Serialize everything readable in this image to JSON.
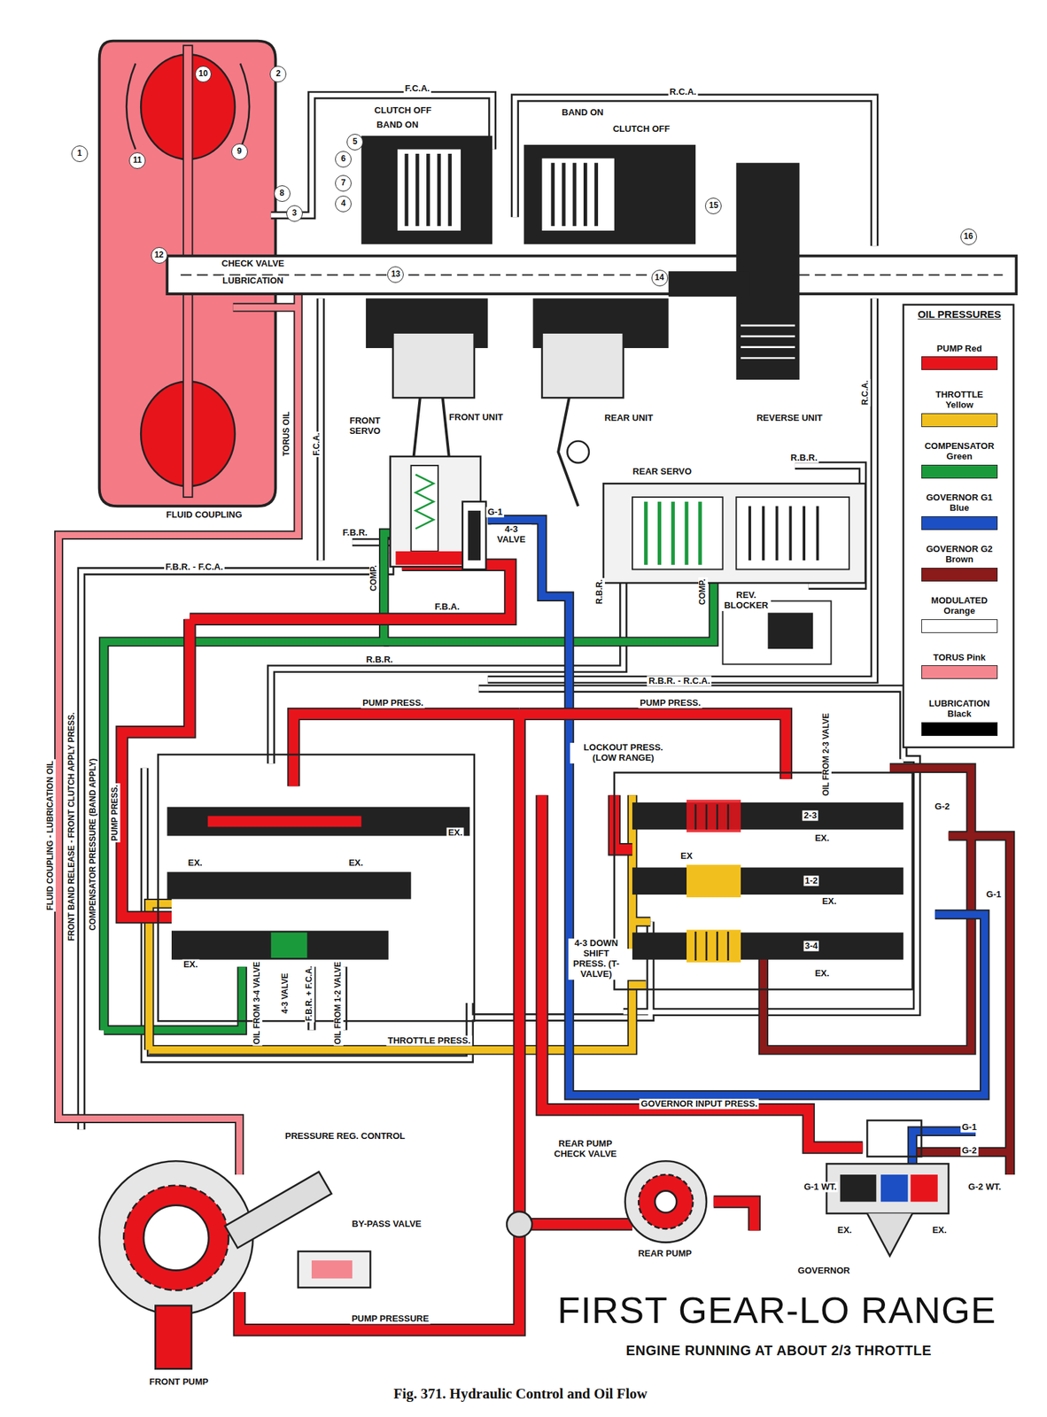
{
  "diagram": {
    "title": "FIRST GEAR-LO RANGE",
    "caption": "Fig. 371. Hydraulic Control and Oil Flow",
    "labels": [
      "1",
      "10",
      "2",
      "11",
      "9",
      "8",
      "3",
      "5",
      "6",
      "7",
      "4",
      "12",
      "13",
      "14",
      "15",
      "16",
      "F.C.A.",
      "R.C.A.",
      "CLUTCH OFF",
      "BAND ON",
      "BAND ON",
      "CLUTCH OFF",
      "CHECK VALVE",
      "LUBRICATION",
      "FRONT UNIT",
      "REAR UNIT",
      "REVERSE UNIT",
      "FLUID COUPLING",
      "TORUS OIL",
      "F.C.A.",
      "R.C.A.",
      "FRONT SERVO",
      "G-1",
      "4-3 VALVE",
      "REAR SERVO",
      "R.B.R.",
      "F.B.R.",
      "F.B.R. - F.C.A.",
      "COMP.",
      "F.B.A.",
      "R.B.R.",
      "COMP.",
      "REV. BLOCKER",
      "R.B.R.",
      "R.B.R. - R.C.A.",
      "PUMP PRESS.",
      "PUMP PRESS.",
      "LOCKOUT PRESS. (LOW RANGE)",
      "OIL FROM 2-3 VALVE",
      "PUMP PRESS.",
      "FLUID COUPLING - LUBRICATION OIL",
      "FRONT BAND RELEASE - FRONT CLUTCH APPLY PRESS.",
      "COMPENSATOR PRESSURE (BAND APPLY)",
      "EX.",
      "EX.",
      "EX.",
      "EX.",
      "EX",
      "EX.",
      "EX.",
      "EX.",
      "2-3",
      "1-2",
      "3-4",
      "G-2",
      "G-1",
      "4-3 DOWN SHIFT PRESS. (T-VALVE)",
      "4-3 VALVE",
      "OIL FROM 3-4 VALVE",
      "F.B.R. + F.C.A.",
      "OIL FROM 1-2 VALVE",
      "THROTTLE PRESS.",
      "GOVERNOR INPUT PRESS.",
      "G-1",
      "G-2",
      "G-1 WT.",
      "G-2 WT.",
      "EX.",
      "EX.",
      "GOVERNOR",
      "PRESSURE REG. CONTROL",
      "REAR PUMP CHECK VALVE",
      "BY-PASS VALVE",
      "PUMP PRESSURE",
      "REAR PUMP",
      "FRONT PUMP",
      "ENGINE RUNNING AT ABOUT 2/3 THROTTLE",
      "OIL PRESSURES"
    ],
    "legend": [
      {
        "text": "PUMP Red",
        "color": "#e8141c"
      },
      {
        "text": "THROTTLE Yellow",
        "color": "#f2c01e"
      },
      {
        "text": "COMPENSATOR Green",
        "color": "#1b9a3c"
      },
      {
        "text": "GOVERNOR G1 Blue",
        "color": "#1c4fc4"
      },
      {
        "text": "GOVERNOR G2 Brown",
        "color": "#8b1a1a"
      },
      {
        "text": "MODULATED Orange",
        "color": "#ffffff"
      },
      {
        "text": "TORUS Pink",
        "color": "#f4868f"
      },
      {
        "text": "LUBRICATION Black",
        "color": "#000000"
      }
    ]
  }
}
